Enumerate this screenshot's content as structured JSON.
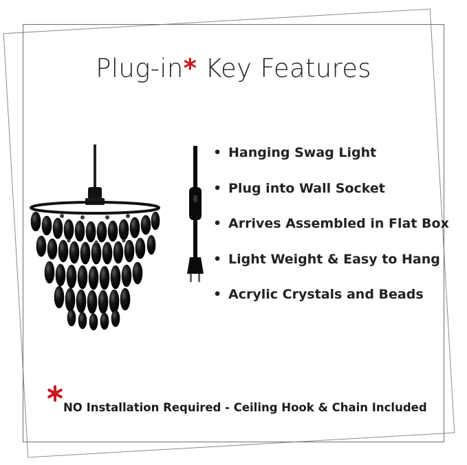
{
  "title": {
    "prefix": "Plug-in",
    "asterisk": "*",
    "suffix": " Key Features"
  },
  "features": [
    "Hanging Swag Light",
    "Plug into Wall Socket",
    "Arrives Assembled in Flat Box",
    "Light Weight & Easy to Hang",
    "Acrylic Crystals and Beads"
  ],
  "bullet": "•",
  "footnote": {
    "text": "NO Installation Required - Ceiling Hook & Chain Included"
  },
  "colors": {
    "asterisk": "#c9161d",
    "text": "#222222",
    "product": "#0b0b0b"
  },
  "icons": {
    "product": "black-crystal-chandelier",
    "cord": "plug-in-cord-with-switch",
    "asterisk": "red-asterisk-icon"
  }
}
